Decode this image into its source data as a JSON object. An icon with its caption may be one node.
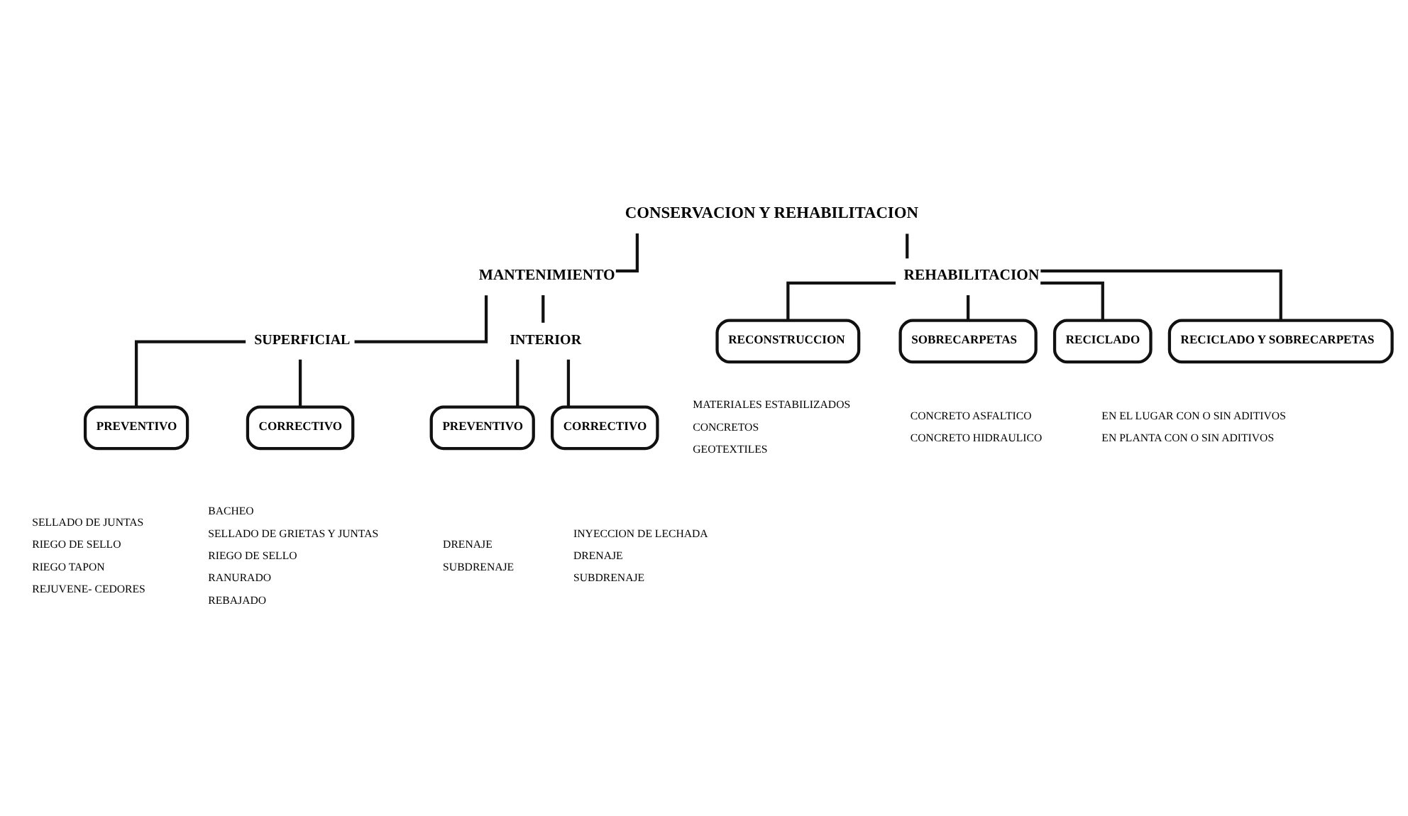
{
  "diagram": {
    "nodes": [
      {
        "text": [
          "CONSERVACION Y REHABILITACION"
        ]
      },
      {
        "text": [
          "MANTENIMIENTO"
        ]
      },
      {
        "text": [
          "REHABILITACION"
        ]
      },
      {
        "text": [
          "SUPERFICIAL"
        ]
      },
      {
        "text": [
          "INTERIOR"
        ]
      },
      {
        "text": [
          "PREVENTIVO"
        ],
        "beside": [
          "SELLADO DE JUNTAS",
          "RIEGO DE SELLO",
          "RIEGO TAPON",
          "REJUVENE- CEDORES"
        ]
      },
      {
        "text": [
          "CORRECTIVO"
        ],
        "beside": [
          "BACHEO",
          "SELLADO DE GRIETAS Y JUNTAS",
          "RIEGO DE SELLO",
          "RANURADO",
          "REBAJADO"
        ]
      },
      {
        "text": [
          "PREVENTIVO"
        ],
        "beside": [
          "DRENAJE",
          "SUBDRENAJE"
        ]
      },
      {
        "text": [
          "CORRECTIVO"
        ],
        "beside": [
          "INYECCION DE LECHADA",
          "DRENAJE",
          "SUBDRENAJE"
        ]
      },
      {
        "text": [
          "RECONSTRUCCION"
        ],
        "beside": [
          "MATERIALES ESTABILIZADOS",
          "CONCRETOS",
          "GEOTEXTILES"
        ]
      },
      {
        "text": [
          "SOBRECARPETAS"
        ],
        "beside": [
          "CONCRETO ASFALTICO",
          "CONCRETO HIDRAULICO"
        ]
      },
      {
        "text": [
          "RECICLADO"
        ],
        "beside": [
          "EN EL LUGAR CON O SIN ADITIVOS",
          "EN PLANTA CON O SIN ADITIVOS"
        ]
      },
      {
        "text": [
          "RECICLADO Y SOBRECARPETAS"
        ]
      }
    ],
    "edges": [
      {
        "from": 0,
        "to": 1,
        "arrow": "none"
      },
      {
        "from": 0,
        "to": 2,
        "arrow": "none"
      },
      {
        "from": 1,
        "to": 3,
        "arrow": "none"
      },
      {
        "from": 1,
        "to": 4,
        "arrow": "none"
      },
      {
        "from": 3,
        "to": 5,
        "arrow": "none"
      },
      {
        "from": 3,
        "to": 6,
        "arrow": "none"
      },
      {
        "from": 4,
        "to": 7,
        "arrow": "none"
      },
      {
        "from": 4,
        "to": 8,
        "arrow": "none"
      },
      {
        "from": 2,
        "to": 9,
        "arrow": "none"
      },
      {
        "from": 2,
        "to": 10,
        "arrow": "none"
      },
      {
        "from": 2,
        "to": 11,
        "arrow": "none"
      },
      {
        "from": 2,
        "to": 12,
        "arrow": "none"
      }
    ]
  }
}
